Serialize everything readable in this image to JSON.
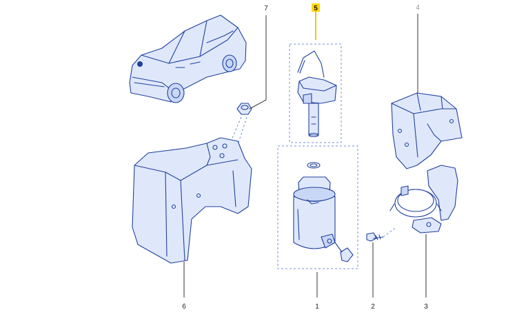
{
  "callouts": {
    "c1": "1",
    "c2": "2",
    "c3": "3",
    "c4": "4",
    "c5": "5",
    "c6": "6",
    "c7": "7"
  },
  "colors": {
    "line": "#1f3f9e",
    "fill": "#dfe8fb",
    "highlight": "#ffd700",
    "dimmed_label": "#8b93a3"
  },
  "selected_callout": "5",
  "icons": [
    "vehicle-illustration",
    "fuel-filter-assembly",
    "heater-sensor",
    "mounting-bracket",
    "clamp-band",
    "screw",
    "nut",
    "protective-cover"
  ]
}
